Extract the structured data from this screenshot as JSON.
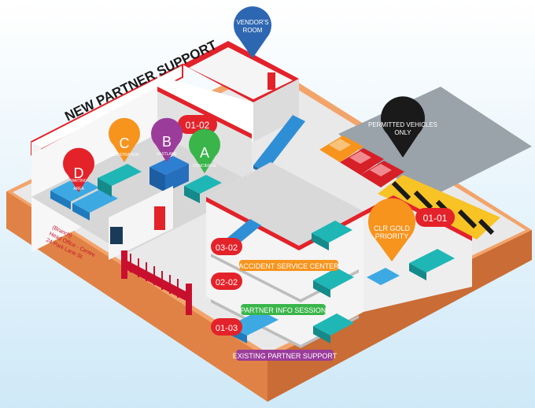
{
  "title": "NEW PARTNER SUPPORT",
  "pins": {
    "vendor": "VENDOR'S ROOM",
    "permitted": "PERMITTED VEHICLES ONLY",
    "clr": "CLR GOLD PRIORITY",
    "a": {
      "letter": "A",
      "label": "CONCIERGE"
    },
    "b": {
      "letter": "B",
      "label": "FASTLANE"
    },
    "c": {
      "letter": "C",
      "label": "REGISTRATION"
    },
    "d": {
      "letter": "D",
      "label": "WAITING AREA"
    }
  },
  "rooms": {
    "r0102": "01-02",
    "r0101": "01-01",
    "r0302": "03-02",
    "r0202": "02-02",
    "r0103": "01-03"
  },
  "banners": {
    "accident": "ACCIDENT SERVICE CENTER",
    "partner_info": "PARTNER INFO SESSION",
    "existing": "EXISTING PARTNER SUPPORT"
  },
  "address": [
    "(Branch)",
    "Head Office - Centre",
    "24 Park Lane St."
  ],
  "colors": {
    "red": "#e3222a",
    "orange": "#f7941d",
    "purple": "#9b3c9b",
    "green": "#39b54a",
    "vendor_blue": "#2e67b1",
    "black": "#1a1a1a",
    "accident_banner": "#f7941d",
    "partner_banner": "#39b54a",
    "existing_banner": "#9b3c9b"
  }
}
